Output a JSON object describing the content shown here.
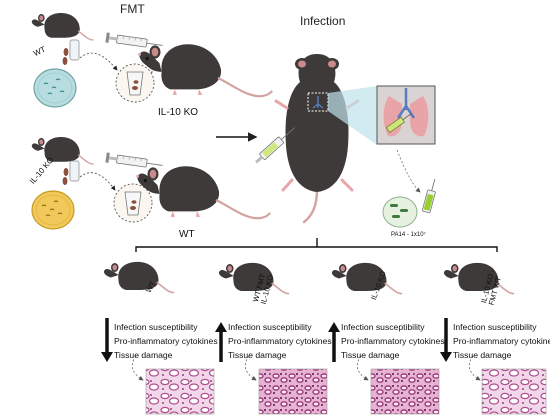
{
  "labels": {
    "fmt": "FMT",
    "infection": "Infection",
    "donor_top": "WT",
    "recipient_top": "IL-10 KO",
    "donor_bottom": "IL-10 KO",
    "recipient_bottom": "WT",
    "pa14_dose": "PA14 - 1x10⁷"
  },
  "groups": [
    {
      "label": "WT",
      "direction": "down"
    },
    {
      "label": "WT FMT\nIL-10 KO",
      "direction": "up"
    },
    {
      "label": "IL-10 KO",
      "direction": "up"
    },
    {
      "label": "IL-10 KO -\nFMT WT",
      "direction": "down"
    }
  ],
  "outcomes": [
    "Infection susceptibility",
    "Pro-inflammatory cytokines",
    "Tissue damage"
  ],
  "colors": {
    "mouse_body": "#3d3a39",
    "mouse_pink": "#e8a6a8",
    "petri_top": "#b7dde0",
    "petri_bottom": "#f0c95a",
    "lung": "#e9a4a8",
    "syringe_fluid": "#9acd32",
    "histology": "#c76aa6"
  },
  "icons": [
    "mouse-icon",
    "petri-dish-icon",
    "syringe-icon",
    "fecal-pellet-icon",
    "tube-icon",
    "lung-inset-icon",
    "bacteria-icon",
    "histology-icon",
    "arrow-up-icon",
    "arrow-down-icon"
  ]
}
